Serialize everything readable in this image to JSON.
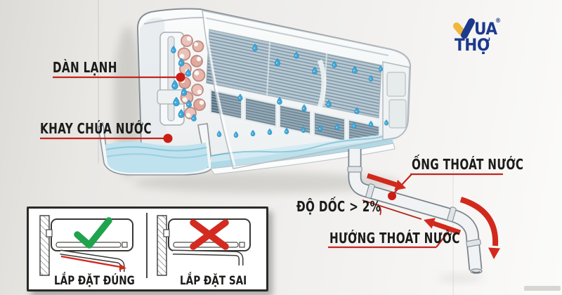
{
  "logo": {
    "brand_line1": "UA",
    "brand_line2": "THỢ",
    "registered_mark": "®"
  },
  "callouts": {
    "evaporator": "DÀN LẠNH",
    "water_tray": "KHAY CHỨA NƯỚC",
    "drain_pipe": "ỐNG THOÁT NƯỚC",
    "slope": "ĐỘ DỐC > 2%",
    "drain_direction": "HƯỚNG THOÁT NƯỚC"
  },
  "inset": {
    "correct": "LẮP ĐẶT ĐÚNG",
    "incorrect": "LẮP ĐẶT SAI"
  },
  "colors": {
    "accent_red": "#d0291d",
    "label_black": "#1b1b19",
    "brand_navy": "#1c398e",
    "brand_yellow": "#f0b63e",
    "check_green": "#1fa34d",
    "x_red": "#d32b20",
    "water_blue": "#bfe2ee",
    "droplet_blue": "#3fa9dc"
  }
}
